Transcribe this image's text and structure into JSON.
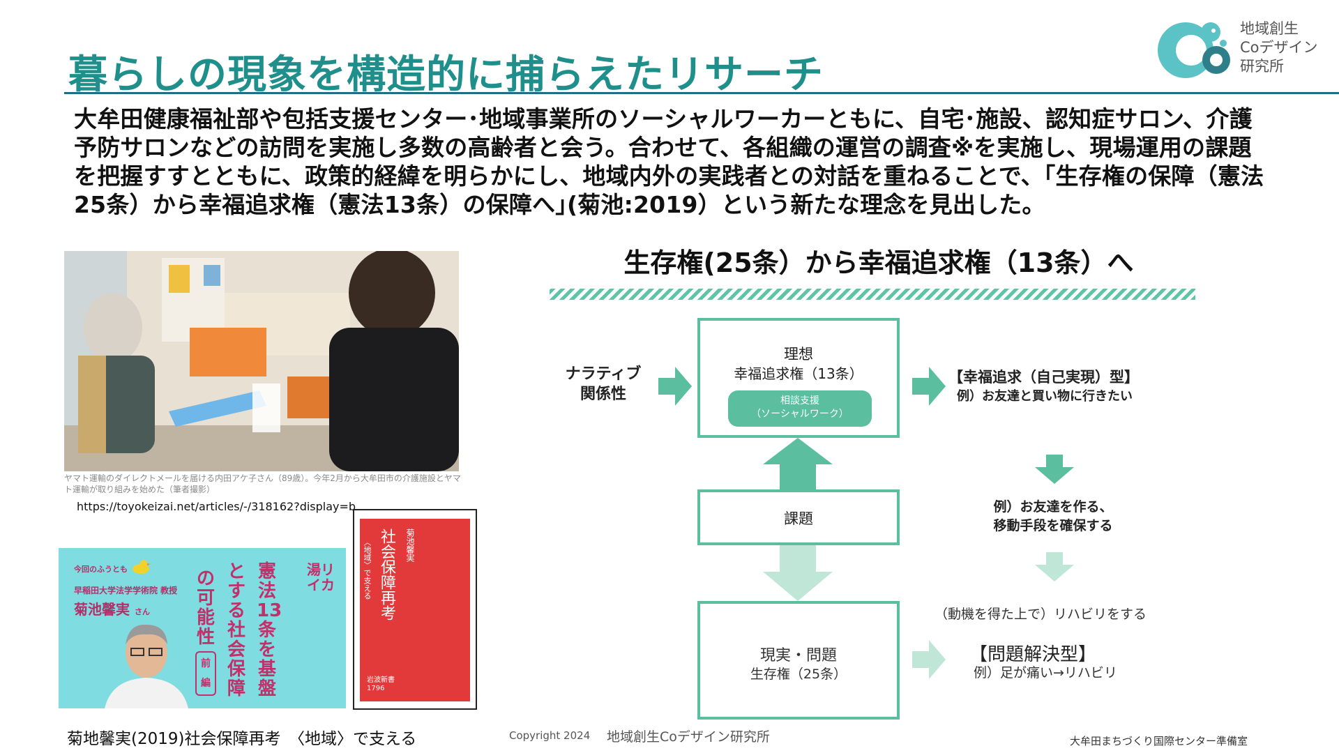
{
  "title": "暮らしの現象を構造的に捕らえたリサーチ",
  "logo": {
    "line1": "地域創生",
    "line2": "Coデザイン",
    "line3": "研究所"
  },
  "intro": "大牟田健康福祉部や包括支援センター･地域事業所のソーシャルワーカーともに、自宅･施設、認知症サロン、介護予防サロンなどの訪問を実施し多数の高齢者と会う。合わせて、各組織の運営の調査※を実施し、現場運用の課題を把握すすとともに、政策的経緯を明らかにし、地域内外の実践者との対話を重ねることで、｢生存権の保障（憲法25条）から幸福追求権（憲法13条）の保障へ｣(菊池:2019）という新たな理念を見出した。",
  "photo": {
    "caption": "ヤマト運輸のダイレクトメールを届ける内田アケ子さん（89歳）。今年2月から大牟田市の介護施設とヤマト運輸が取り組みを始めた（筆者撮影）",
    "url": "https://toyokeizai.net/articles/-/318162?display=b"
  },
  "card": {
    "top": "今回のふうとも",
    "affiliation": "早稲田大学法学学術院 教授",
    "name": "菊池馨実",
    "name_suffix": "さん",
    "col1": "憲法13条を基盤",
    "col2": "とする社会保障",
    "col3": "の可能性",
    "col3_tag": "前編",
    "stamp": "湯リイカ"
  },
  "book": {
    "author": "菊池馨実",
    "title": "社会保障再考",
    "subtitle": "〈地域〉で支える",
    "publisher": "岩波新書",
    "number": "1796"
  },
  "book_credit": "菊地馨実(2019)社会保障再考　〈地域〉で支える",
  "copyright": "Copyright 2024",
  "copyright_org": "地域創生Coデザイン研究所",
  "footer_right": "大牟田まちづくり国際センター準備室",
  "diagram": {
    "title": "生存権(25条）から幸福追求権（13条）へ",
    "narrative": "ナラティブ関係性",
    "ideal_l1": "理想",
    "ideal_l2": "幸福追求権（13条）",
    "consult_l1": "相談支援",
    "consult_l2": "（ソーシャルワーク）",
    "issue": "課題",
    "real_l1": "現実・問題",
    "real_l2": "生存権（25条）",
    "happy_title": "【幸福追求（自己実現）型】",
    "happy_example": "例）お友達と買い物に行きたい",
    "friends_l1": "例）お友達を作る、",
    "friends_l2": "移動手段を確保する",
    "rehab": "（動機を得た上で）リハビリをする",
    "problem_title": "【問題解決型】",
    "problem_example": "例）足が痛い→リハビリ"
  },
  "colors": {
    "title": "#1f8f8c",
    "accent_green": "#5bbf9f",
    "pale_green": "#bfe6d7",
    "card_bg": "#7fdce1",
    "book_red": "#e23a3a"
  }
}
